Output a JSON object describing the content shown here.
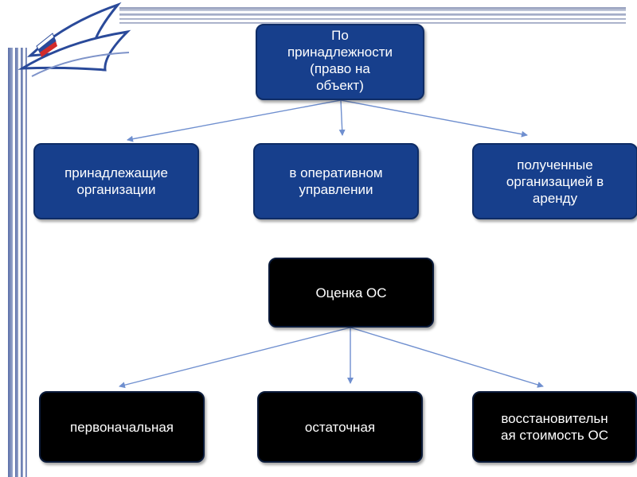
{
  "diagram": {
    "ownership": {
      "root": "По\nпринадлежности\n(право на\nобъект)",
      "children": [
        "принадлежащие\nорганизации",
        "в оперативном\nуправлении",
        "полученные\nорганизацией в\nаренду"
      ]
    },
    "valuation": {
      "root": "Оценка ОС",
      "children": [
        "первоначальная",
        "остаточная",
        "восстановительн\nая стоимость ОС"
      ]
    }
  },
  "colors": {
    "blue_box": "#173f8c",
    "black_box": "#000000",
    "connector": "#6f8fcf"
  }
}
